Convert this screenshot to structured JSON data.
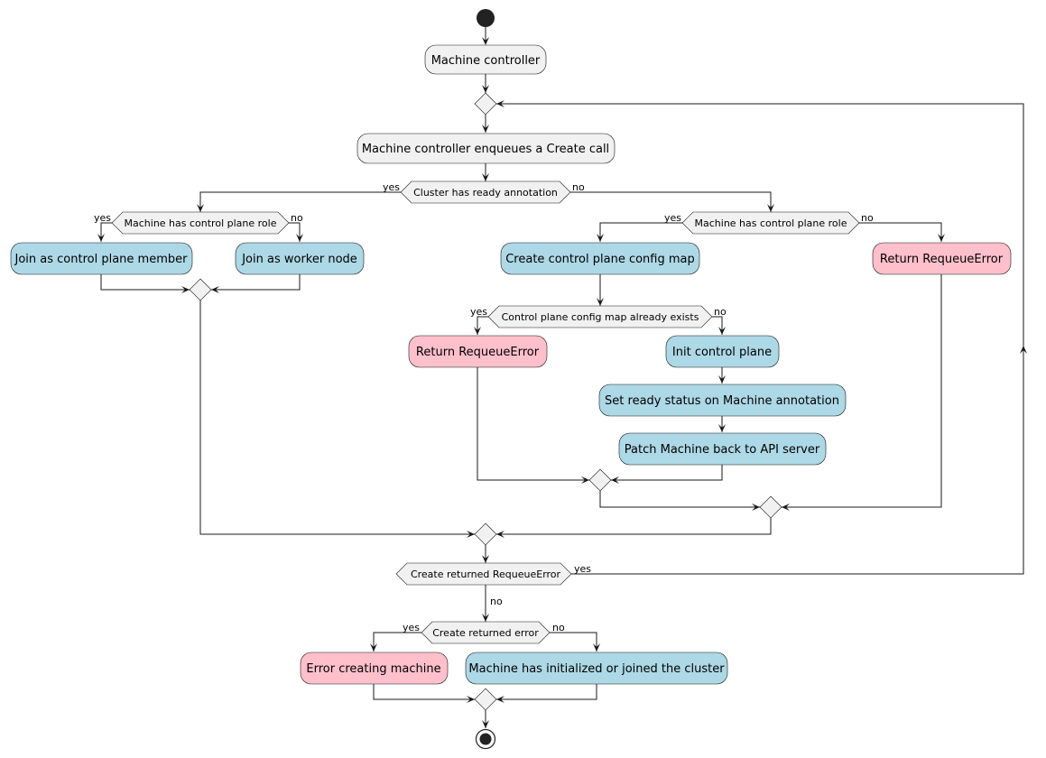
{
  "activities": {
    "machine_controller": "Machine controller",
    "enqueue_create": "Machine controller enqueues a Create call",
    "join_control_plane": "Join as control plane member",
    "join_worker": "Join as worker node",
    "create_config_map": "Create control plane config map",
    "return_requeue_right": "Return RequeueError",
    "return_requeue_left": "Return RequeueError",
    "init_control_plane": "Init control plane",
    "set_ready_status": "Set ready status on Machine annotation",
    "patch_machine": "Patch Machine back to API server",
    "error_creating": "Error creating machine",
    "machine_initialized": "Machine has initialized or joined the cluster"
  },
  "decisions": {
    "cluster_ready": "Cluster has ready annotation",
    "cp_role_left": "Machine has control plane role",
    "cp_role_right": "Machine has control plane role",
    "config_map_exists": "Control plane config map already exists",
    "create_requeue": "Create returned RequeueError",
    "create_error": "Create returned error"
  },
  "labels": {
    "yes": "yes",
    "no": "no"
  },
  "colors": {
    "grey_fill": "#f1f1f1",
    "blue_fill": "#add8e6",
    "pink_fill": "#ffc0cb",
    "line": "#181818"
  }
}
